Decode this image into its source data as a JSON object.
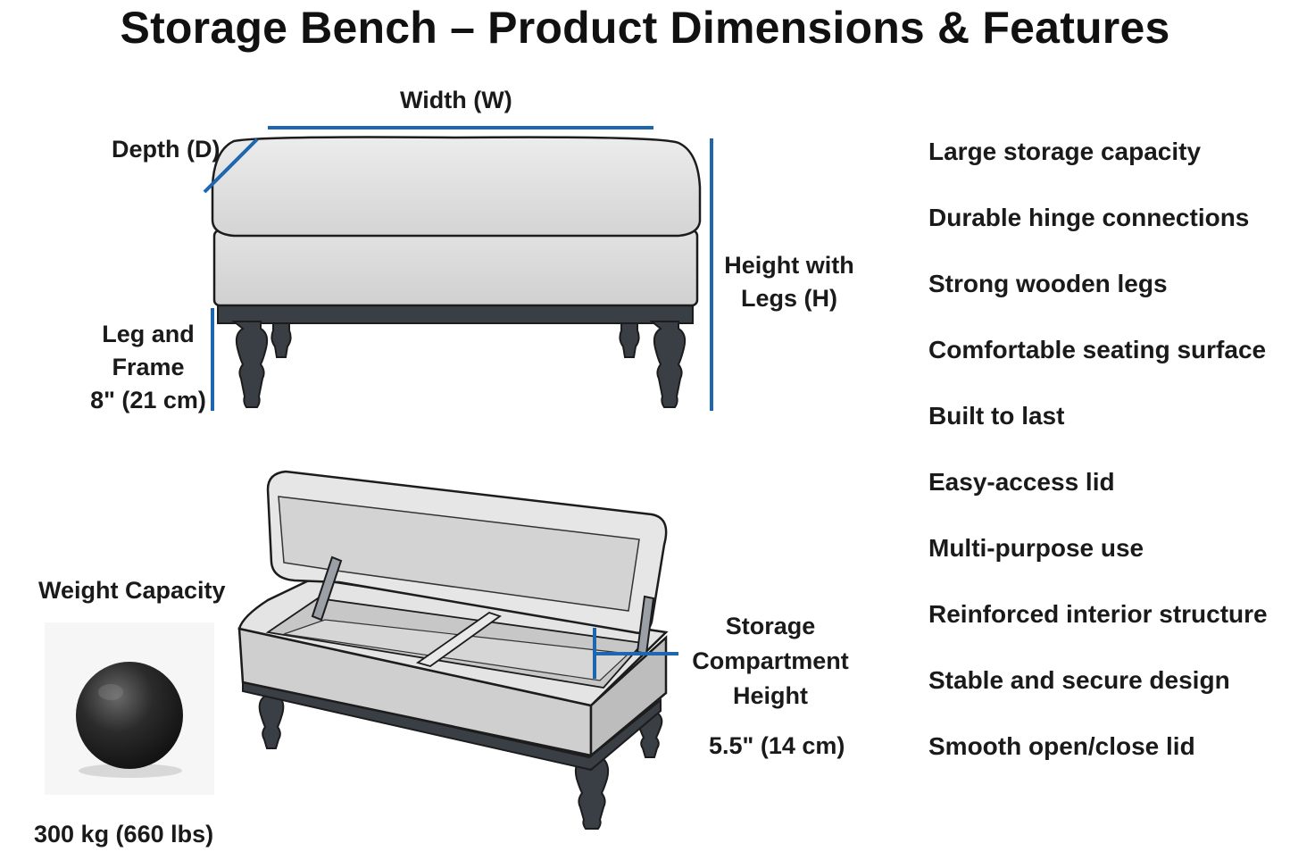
{
  "title": "Storage Bench – Product Dimensions & Features",
  "dimensions": {
    "width_label": "Width (W)",
    "depth_label": "Depth (D)",
    "height_label_line1": "Height with",
    "height_label_line2": "Legs (H)",
    "leg_label_line1": "Leg and",
    "leg_label_line2": "Frame",
    "leg_value": "8\" (21 cm)",
    "storage_label_line1": "Storage",
    "storage_label_line2": "Compartment",
    "storage_label_line3": "Height",
    "storage_value": "5.5\" (14 cm)"
  },
  "weight": {
    "label": "Weight Capacity",
    "value": "300 kg (660 lbs)"
  },
  "features": [
    "Large storage capacity",
    "Durable hinge connections",
    "Strong wooden legs",
    "Comfortable seating surface",
    "Built to last",
    "Easy-access lid",
    "Multi-purpose use",
    "Reinforced interior structure",
    "Stable and secure design",
    "Smooth open/close lid"
  ],
  "colors": {
    "dimension_line": "#1f66b0",
    "upholstery": "#d9d9d9",
    "wood": "#3a3f45"
  }
}
